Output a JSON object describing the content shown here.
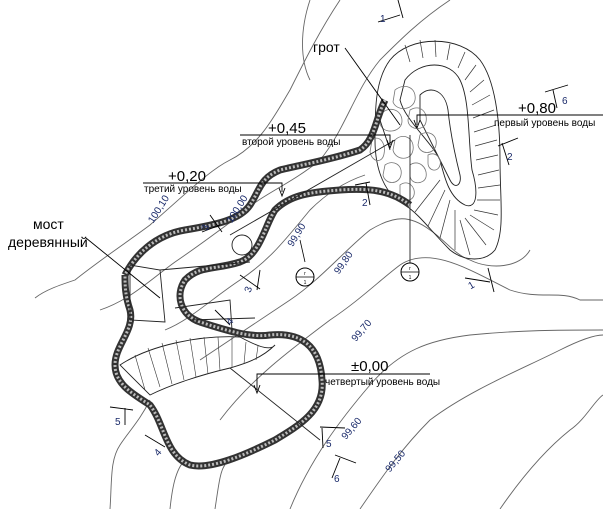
{
  "labels": {
    "grotto": "грот",
    "bridge_line1": "мост",
    "bridge_line2": "деревянный"
  },
  "water_levels": [
    {
      "mark": "+0,80",
      "name": "первый уровень воды"
    },
    {
      "mark": "+0,45",
      "name": "второй уровень воды"
    },
    {
      "mark": "+0,20",
      "name": "третий уровень воды"
    },
    {
      "mark": "±0,00",
      "name": "четвертый уровень воды"
    }
  ],
  "contours": [
    "100,10",
    "100,00",
    "99,90",
    "99,80",
    "99,70",
    "99,60",
    "99,50"
  ],
  "sections": [
    "1",
    "6",
    "2",
    "2",
    "3",
    "3",
    "4",
    "5",
    "4",
    "5",
    "6",
    "1"
  ],
  "markers": [
    {
      "top": "г",
      "bottom": "1"
    },
    {
      "top": "г",
      "bottom": "1"
    }
  ]
}
